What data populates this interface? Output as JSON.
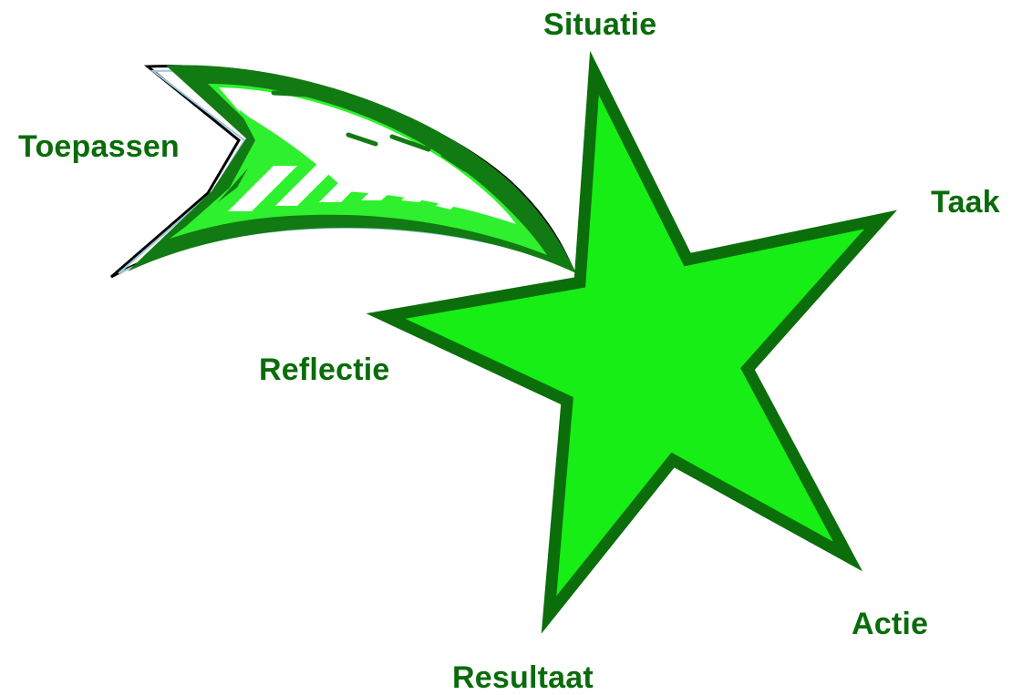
{
  "diagram": {
    "labels": {
      "situatie": "Situatie",
      "taak": "Taak",
      "actie": "Actie",
      "resultaat": "Resultaat",
      "reflectie": "Reflectie",
      "toepassen": "Toepassen"
    },
    "colors": {
      "label_text": "#0a6b0a",
      "star_fill": "#16ee16",
      "star_stroke": "#0b6e0b",
      "tail_outer": "#127a12",
      "tail_inner": "#2ef02e",
      "tail_highlight": "#ffffff",
      "tail_edge_dark": "#000000",
      "tail_edge_light": "#9ec9d9"
    }
  }
}
